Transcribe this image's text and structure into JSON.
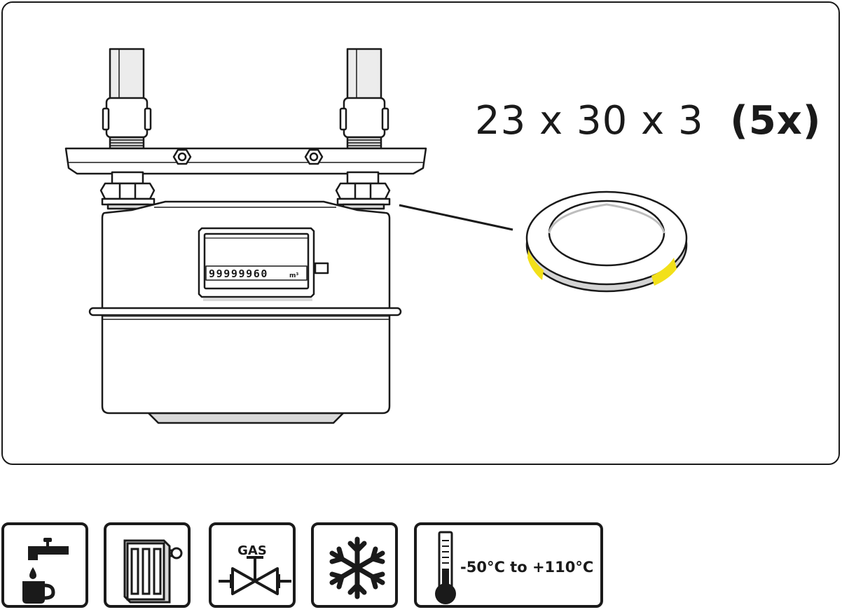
{
  "spec": {
    "dimensions": "23 x 30 x 3",
    "quantity": "(5x)"
  },
  "meter": {
    "counter_reading": "99999960",
    "counter_unit": "m³"
  },
  "washer": {
    "accent_color": "#f2e01a",
    "ring_fill": "#e6e6e6"
  },
  "icons": [
    {
      "name": "drinking-water-icon"
    },
    {
      "name": "radiator-icon"
    },
    {
      "name": "gas-valve-icon",
      "label": "GAS"
    },
    {
      "name": "snowflake-icon"
    },
    {
      "name": "thermometer-icon",
      "label": "-50°C to +110°C"
    }
  ],
  "colors": {
    "stroke": "#1a1a1a",
    "fill_light": "#d9d9d9",
    "fill_white": "#ffffff"
  }
}
